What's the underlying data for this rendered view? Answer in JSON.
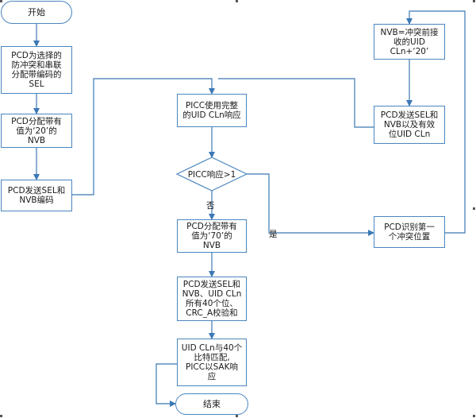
{
  "nodes": {
    "start": "开始",
    "select_sel": "PCD为选择的\n防冲突和串联\n分配带编码的\nSEL",
    "nvb_20": "PCD分配带有\n值为‘20’的\nNVB",
    "send_sel_nvb": "PCD发送SEL和\nNVB编码",
    "picc_respond": "PICC使用完整\n的UID CLn响应",
    "decision": "PICC响应>1",
    "nvb_70": "PCD分配带有\n值为‘70’的\nNVB",
    "send_40": "PCD发送SEL和\nNVB、UID CLn\n所有40个位、\nCRC_A校验和",
    "uid_match": "UID CLn与40个\n比特匹配,\nPICC以SAK响\n应",
    "end": "结束",
    "nvb_prefix": "NVB=冲突前接\n收的UID\nCLn+‘20’",
    "send_valid": "PCD发送SEL和\nNVB以及有效\n位UID CLn",
    "identify_collision": "PCD识别第一\n个冲突位置"
  },
  "edge_labels": {
    "no": "否",
    "yes": "是"
  },
  "colors": {
    "border": "#4a86bf",
    "line": "#3b78b5"
  }
}
